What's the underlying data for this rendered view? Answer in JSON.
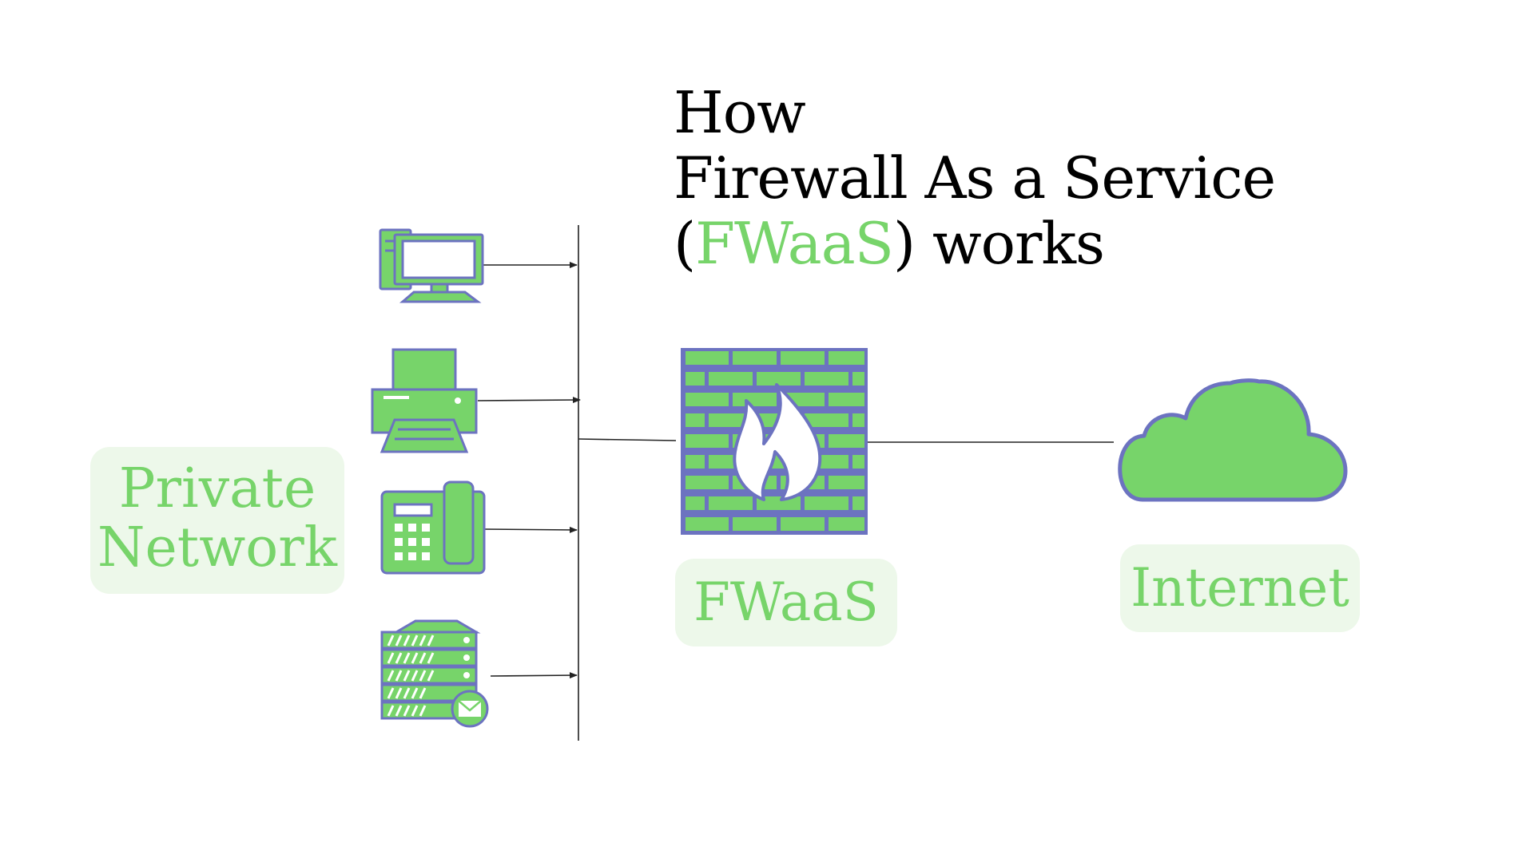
{
  "title": {
    "line1": "How",
    "line2": "Firewall As a Service",
    "line3_open": "(",
    "line3_accent": "FWaaS",
    "line3_close": ") works"
  },
  "labels": {
    "private_network_line1": "Private",
    "private_network_line2": "Network",
    "fwaas": "FWaaS",
    "internet": "Internet"
  },
  "icons": [
    "desktop-computer-icon",
    "printer-icon",
    "desk-phone-icon",
    "mail-server-icon",
    "firewall-icon",
    "cloud-icon"
  ],
  "colors": {
    "accent_green": "#77d46a",
    "label_background": "#edf8ea",
    "icon_outline": "#6c73c0",
    "line": "#222222"
  }
}
